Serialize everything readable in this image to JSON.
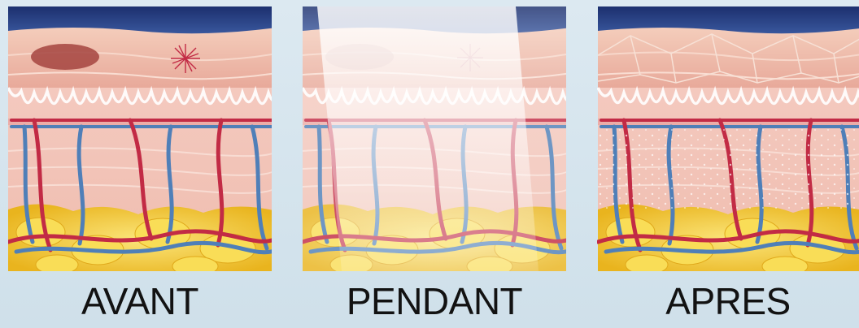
{
  "captions": {
    "before": "AVANT",
    "during": "PENDANT",
    "after": "APRES"
  },
  "colors": {
    "background": "#d4e4ed",
    "sky": "#1c2f6e",
    "epidermis": "#efbfad",
    "dermis": "#f3c3b8",
    "fat": "#f2cf3a",
    "artery": "#c22b45",
    "vein": "#4f7fb8",
    "lesion": "#a4443f",
    "caption": "#121212"
  },
  "icons": [
    "pigment-spot",
    "spider-vein",
    "light-beam",
    "skin-texture"
  ]
}
